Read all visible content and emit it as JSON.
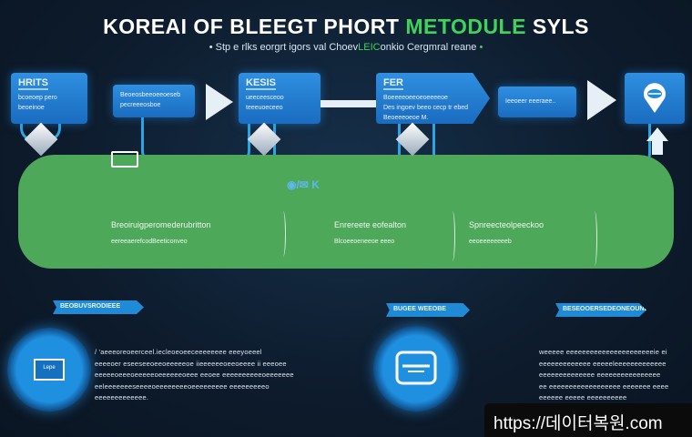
{
  "header": {
    "title_pre": "KOREAI OF BLEEGT PHORT ",
    "title_accent": "METODULE",
    "title_post": " SYLS",
    "subtitle_pre": "Stp e rlks eorgrt igors val Choev",
    "subtitle_accent": "LEIC",
    "subtitle_post": "onkio Cergmral reane"
  },
  "flow": [
    {
      "heading": "HRITS",
      "lines": [
        "bcoeoep pero",
        "beoeinoe"
      ]
    },
    {
      "heading": "",
      "lines": [
        "Beoeosbeeoeeoeseb",
        "pecreeeosboe"
      ]
    },
    {
      "heading": "KESIS",
      "lines": [
        "ueeceesceoo",
        "teeeuoeceeo"
      ]
    },
    {
      "heading": "FER",
      "lines": [
        "Boeeeeoeeoeoeeeeoe",
        "Des ingoev beeo cecp tr ebed",
        "Beoeeeoeoe M."
      ]
    },
    {
      "heading": "",
      "lines": [
        "Ieeoeer eeeraee.."
      ]
    },
    {
      "icon": "location-pin-icon"
    }
  ],
  "mid_label": "K",
  "band": [
    {
      "title": "Breoiruigperomederubritton",
      "sub": "eereeaerefcodBeeticonveo"
    },
    {
      "title": "Enrereete eofealton",
      "sub": "Blcoeeoeneeoe eeeo"
    },
    {
      "title": "Spnreecteolpeeckoo",
      "sub": "eeoeeeeeeeeb"
    }
  ],
  "bottom": {
    "ribbons": [
      "BEOBUVSRODIEEE",
      "BUGEE WEEOBE",
      "BESEOOERSEDEONEOUNE"
    ],
    "left_text": [
      "/ 'aeeeoreoeerceel.iecleoeoeeceeeeeeee eeeyoeeel",
      "eeeeoer eseeseeoeeoeeeeeoe iieeeeeeoeeoeeee ii eeeoee",
      "eeeeeoeeeoeeeeeoeeeeeeoeee eeoee eeeeeeeeeeoeeeeeee",
      "eeleeeeeeeseeeeoeeeeeeeeoeeeeeeeee eeeeeeeeeo",
      "eeeeeeeeeeeee."
    ],
    "right_text": [
      "weeeee eeeeeeeeeeeeeeeeeeeeeeie ei",
      "eeeeeeeeeeeee eeeeeleeeeeeeeeeeee",
      "eeeeeeeeeeeeee eeeeeeeeeeeeeeee",
      "ee eeeeeeeeeeeeeeeeee eeeeeee eeee",
      "eeeeee eeeee eeeeeeeeee"
    ],
    "laptop_label": "Lepe"
  },
  "watermark": "https://데이터복원.com",
  "colors": {
    "background": "#0d1b2c",
    "accent_blue": "#1f8ad6",
    "accent_green": "#4ea85a",
    "title_green": "#3fd35a"
  }
}
